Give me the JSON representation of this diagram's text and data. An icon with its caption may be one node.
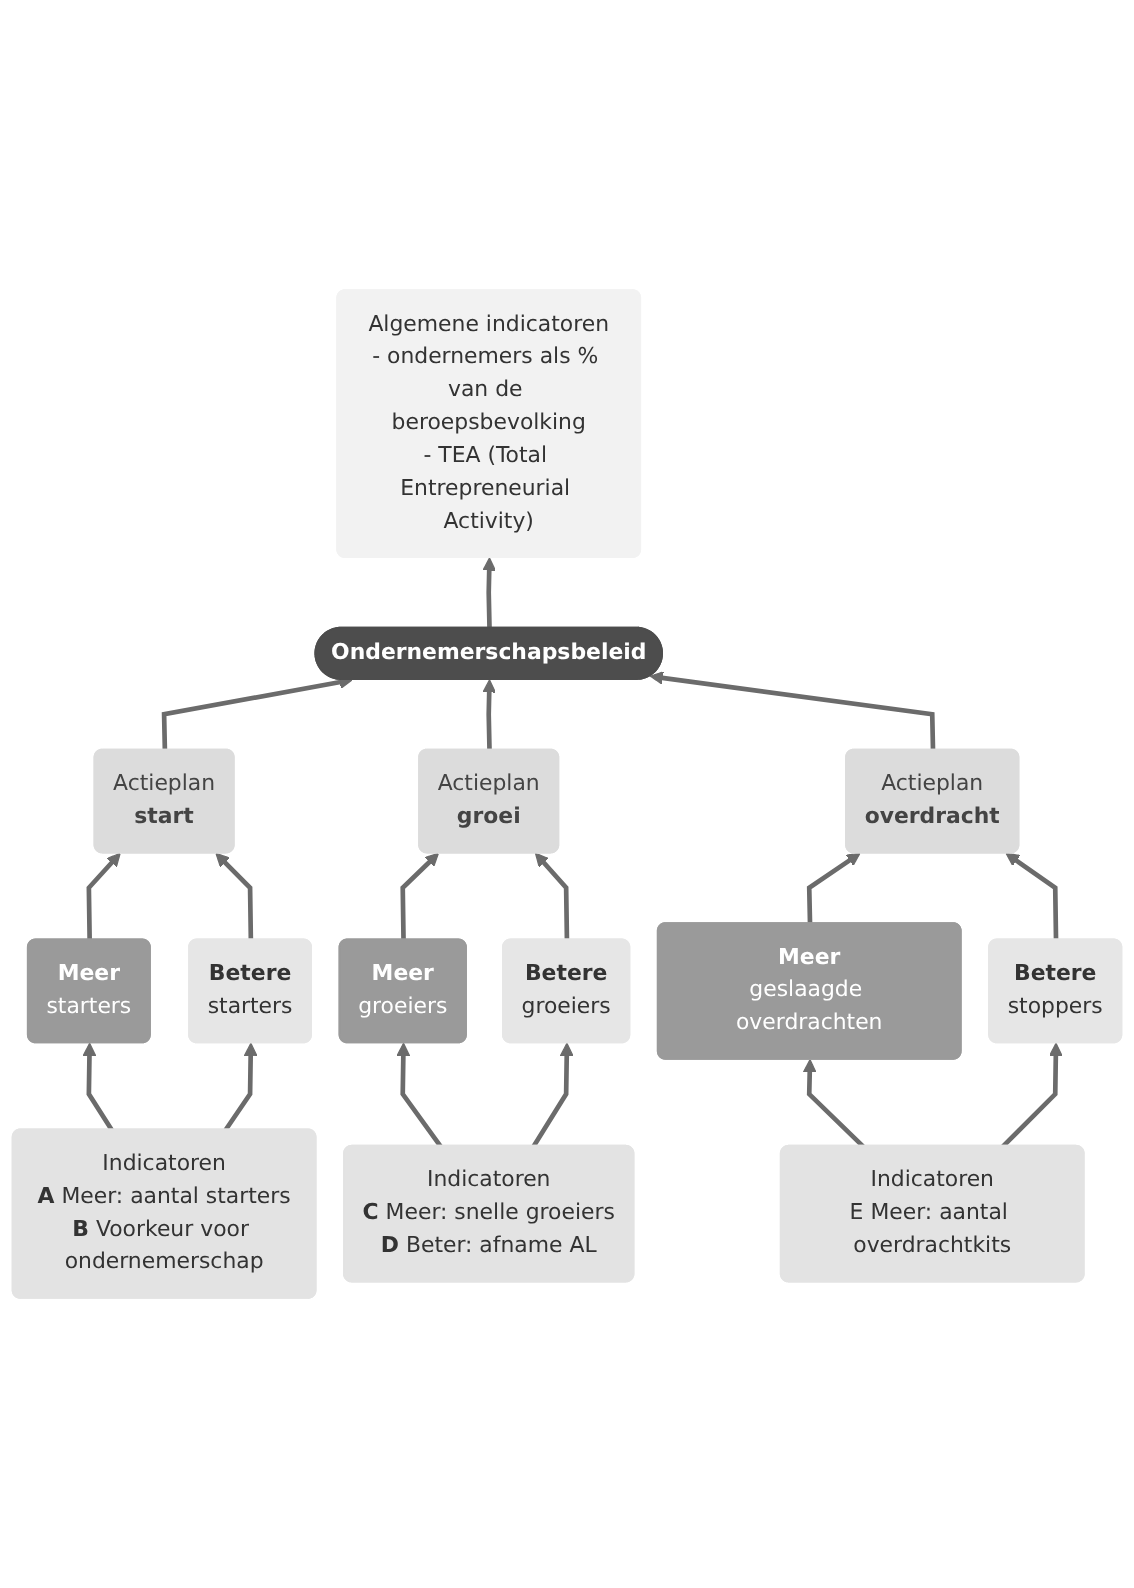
{
  "diagram": {
    "nodes": [
      {
        "text": [
          "Algemene indicatoren",
          "- ondernemers als % van de beroepsbevolking",
          "- TEA (Total Entrepreneurial Activity)"
        ]
      },
      {
        "text": [
          "Ondernemerschapsbeleid"
        ]
      },
      {
        "text": [
          "Actieplan",
          "start"
        ]
      },
      {
        "text": [
          "Actieplan",
          "groei"
        ]
      },
      {
        "text": [
          "Actieplan",
          "overdracht"
        ]
      },
      {
        "text": [
          "Meer",
          "starters"
        ]
      },
      {
        "text": [
          "Betere",
          "starters"
        ]
      },
      {
        "text": [
          "Meer",
          "groeiers"
        ]
      },
      {
        "text": [
          "Betere",
          "groeiers"
        ]
      },
      {
        "text": [
          "Meer",
          "geslaagde overdrachten"
        ]
      },
      {
        "text": [
          "Betere",
          "stoppers"
        ]
      },
      {
        "text": [
          "Indicatoren",
          "**A** Meer: aantal starters",
          "**B** Voorkeur voor ondernemerschap"
        ]
      },
      {
        "text": [
          "Indicatoren",
          "**C** Meer: snelle groeiers",
          "**D** Beter: afname AL"
        ]
      },
      {
        "text": [
          "Indicatoren",
          "E Meer: aantal overdrachtkits"
        ]
      }
    ],
    "edges": [
      {
        "from": 1,
        "to": 0,
        "arrow": "to"
      },
      {
        "from": 2,
        "to": 1,
        "arrow": "to"
      },
      {
        "from": 3,
        "to": 1,
        "arrow": "to"
      },
      {
        "from": 4,
        "to": 1,
        "arrow": "to"
      },
      {
        "from": 5,
        "to": 2,
        "arrow": "to"
      },
      {
        "from": 6,
        "to": 2,
        "arrow": "to"
      },
      {
        "from": 7,
        "to": 3,
        "arrow": "to"
      },
      {
        "from": 8,
        "to": 3,
        "arrow": "to"
      },
      {
        "from": 9,
        "to": 4,
        "arrow": "to"
      },
      {
        "from": 10,
        "to": 4,
        "arrow": "to"
      },
      {
        "from": 11,
        "to": 5,
        "arrow": "to"
      },
      {
        "from": 11,
        "to": 6,
        "arrow": "to"
      },
      {
        "from": 12,
        "to": 7,
        "arrow": "to"
      },
      {
        "from": 12,
        "to": 8,
        "arrow": "to"
      },
      {
        "from": 13,
        "to": 9,
        "arrow": "to"
      },
      {
        "from": 13,
        "to": 10,
        "arrow": "to"
      }
    ]
  }
}
